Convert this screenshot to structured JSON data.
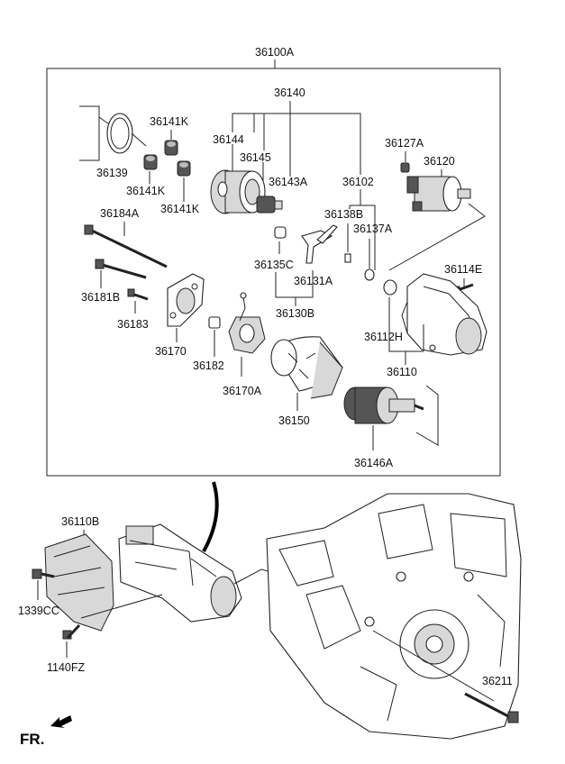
{
  "labels": {
    "assembly": "36100A",
    "p36140": "36140",
    "p36141K_a": "36141K",
    "p36141K_b": "36141K",
    "p36141K_c": "36141K",
    "p36139": "36139",
    "p36144": "36144",
    "p36145": "36145",
    "p36143A": "36143A",
    "p36102": "36102",
    "p36127A": "36127A",
    "p36120": "36120",
    "p36184A": "36184A",
    "p36138B": "36138B",
    "p36137A": "36137A",
    "p36114E": "36114E",
    "p36181B": "36181B",
    "p36135C": "36135C",
    "p36131A": "36131A",
    "p36183": "36183",
    "p36130B": "36130B",
    "p36170": "36170",
    "p36182": "36182",
    "p36112H": "36112H",
    "p36110": "36110",
    "p36170A": "36170A",
    "p36150": "36150",
    "p36146A": "36146A",
    "p36110B": "36110B",
    "p1339CC": "1339CC",
    "p1140FZ": "1140FZ",
    "p36211": "36211",
    "front": "FR."
  }
}
